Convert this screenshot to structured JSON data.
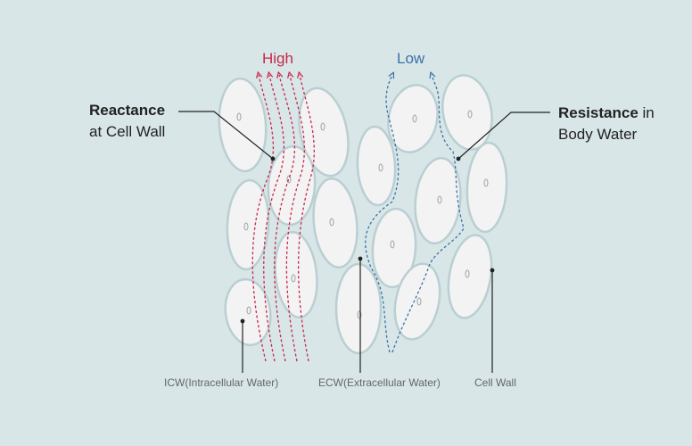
{
  "labels": {
    "high": "High",
    "low": "Low",
    "reactance_bold": "Reactance",
    "reactance_rest": "at Cell Wall",
    "resistance_bold": "Resistance",
    "resistance_rest": "in",
    "resistance_line2": "Body Water",
    "icw": "ICW(Intracellular Water)",
    "ecw": "ECW(Extracellular Water)",
    "cell_wall": "Cell Wall"
  },
  "colors": {
    "background": "#d8e6e8",
    "cell_fill": "#f3f3f3",
    "cell_wall": "#b9cfd2",
    "high_path": "#c8284a",
    "low_path": "#3a72a6",
    "pointer_line": "#222222"
  }
}
